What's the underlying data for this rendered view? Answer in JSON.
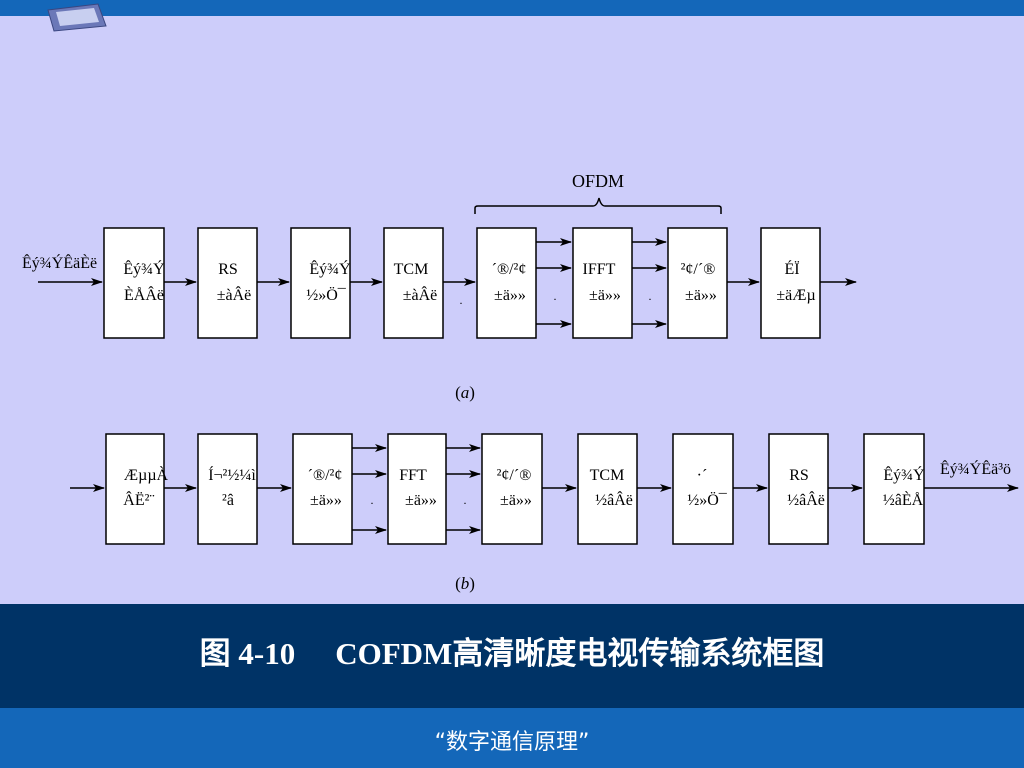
{
  "diagram": {
    "ofdm_label": "OFDM",
    "a": {
      "input_label": "Êý¾ÝÊäÈë",
      "label": "a",
      "blocks": [
        {
          "l1": "Êý¾Ý",
          "l2": "ÈÅÂë"
        },
        {
          "l1": "RS",
          "l2": "±àÂë"
        },
        {
          "l1": "Êý¾Ý",
          "l2": "½»Ö¯"
        },
        {
          "l1": "TCM",
          "l2": "±àÂë"
        },
        {
          "l1": "´®/²¢",
          "l2": "±ä»»"
        },
        {
          "l1": "IFFT",
          "l2": "±ä»»"
        },
        {
          "l1": "²¢/´®",
          "l2": "±ä»»"
        },
        {
          "l1": "ÉÏ",
          "l2": "±äÆµ"
        }
      ]
    },
    "b": {
      "output_label": "Êý¾ÝÊä³ö",
      "label": "b",
      "blocks": [
        {
          "l1": "ÆµµÀ",
          "l2": "ÂË²¨"
        },
        {
          "l1": "Í¬²½¼ì",
          "l2": "²â"
        },
        {
          "l1": "´®/²¢",
          "l2": "±ä»»"
        },
        {
          "l1": "FFT",
          "l2": "±ä»»"
        },
        {
          "l1": "²¢/´®",
          "l2": "±ä»»"
        },
        {
          "l1": "TCM",
          "l2": "½âÂë"
        },
        {
          "l1": "·´",
          "l2": "½»Ö¯"
        },
        {
          "l1": "RS",
          "l2": "½âÂë"
        },
        {
          "l1": "Êý¾Ý",
          "l2": "½âÈÅ"
        }
      ]
    }
  },
  "caption": {
    "number": "图 4-10",
    "title": "COFDM高清晰度电视传输系统框图"
  },
  "footer": {
    "text": "“数字通信原理”"
  }
}
